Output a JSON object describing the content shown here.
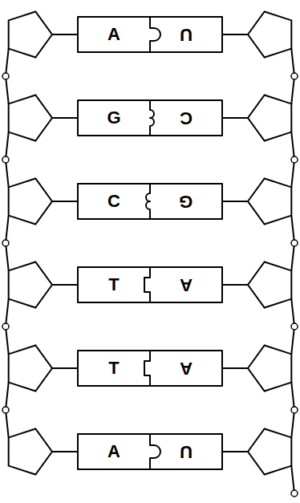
{
  "diagram": {
    "nodes": [
      {
        "text": [
          "A"
        ]
      },
      {
        "text": [
          "U"
        ]
      },
      {
        "text": [
          "G"
        ]
      },
      {
        "text": [
          "C"
        ]
      },
      {
        "text": [
          "C"
        ]
      },
      {
        "text": [
          "G"
        ]
      },
      {
        "text": [
          "T"
        ]
      },
      {
        "text": [
          "A"
        ]
      },
      {
        "text": [
          "T"
        ]
      },
      {
        "text": [
          "A"
        ]
      },
      {
        "text": [
          "A"
        ]
      },
      {
        "text": [
          "U"
        ]
      }
    ]
  }
}
